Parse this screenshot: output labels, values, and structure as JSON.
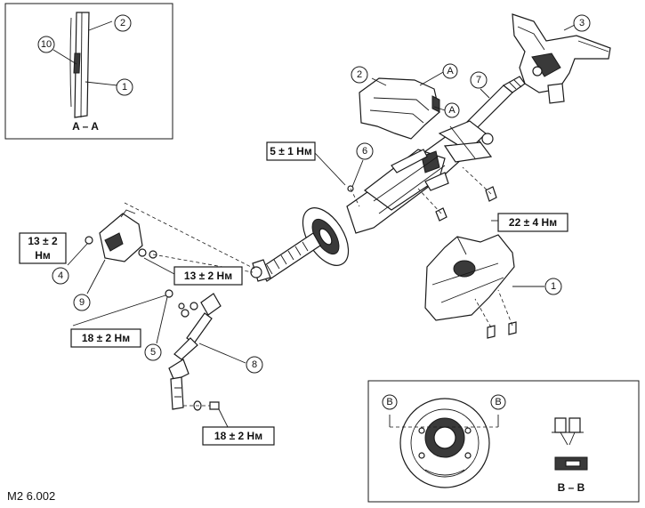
{
  "callouts": [
    "1",
    "2",
    "3",
    "4",
    "5",
    "6",
    "7",
    "8",
    "9",
    "10"
  ],
  "torque": {
    "t5_1": "5 ± 1 Нм",
    "t22_4": "22 ± 4 Нм",
    "t13_2a_line1": "13 ± 2",
    "t13_2a_line2": "Нм",
    "t13_2b": "13 ± 2 Нм",
    "t18_2a": "18 ± 2 Нм",
    "t18_2b": "18 ± 2 Нм"
  },
  "section_markers": {
    "a": "A",
    "b": "B"
  },
  "section_titles": {
    "aa": "A – A",
    "bb": "B – B"
  },
  "figure_code": "M2 6.002"
}
